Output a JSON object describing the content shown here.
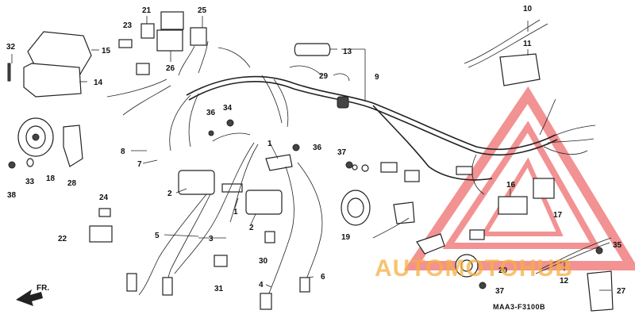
{
  "diagram": {
    "code": "MAA3-F3100B",
    "front_label": "FR.",
    "callouts": [
      {
        "id": "c1",
        "label": "1"
      },
      {
        "id": "c1b",
        "label": "1"
      },
      {
        "id": "c2",
        "label": "2"
      },
      {
        "id": "c2b",
        "label": "2"
      },
      {
        "id": "c3",
        "label": "3"
      },
      {
        "id": "c4",
        "label": "4"
      },
      {
        "id": "c5",
        "label": "5"
      },
      {
        "id": "c6",
        "label": "6"
      },
      {
        "id": "c7",
        "label": "7"
      },
      {
        "id": "c8",
        "label": "8"
      },
      {
        "id": "c9",
        "label": "9"
      },
      {
        "id": "c10",
        "label": "10"
      },
      {
        "id": "c11",
        "label": "11"
      },
      {
        "id": "c12",
        "label": "12"
      },
      {
        "id": "c13",
        "label": "13"
      },
      {
        "id": "c14",
        "label": "14"
      },
      {
        "id": "c15",
        "label": "15"
      },
      {
        "id": "c16",
        "label": "16"
      },
      {
        "id": "c17",
        "label": "17"
      },
      {
        "id": "c18",
        "label": "18"
      },
      {
        "id": "c19",
        "label": "19"
      },
      {
        "id": "c20",
        "label": "20"
      },
      {
        "id": "c21",
        "label": "21"
      },
      {
        "id": "c22",
        "label": "22"
      },
      {
        "id": "c23",
        "label": "23"
      },
      {
        "id": "c24",
        "label": "24"
      },
      {
        "id": "c25",
        "label": "25"
      },
      {
        "id": "c26",
        "label": "26"
      },
      {
        "id": "c27",
        "label": "27"
      },
      {
        "id": "c28",
        "label": "28"
      },
      {
        "id": "c29",
        "label": "29"
      },
      {
        "id": "c30",
        "label": "30"
      },
      {
        "id": "c31",
        "label": "31"
      },
      {
        "id": "c32",
        "label": "32"
      },
      {
        "id": "c33",
        "label": "33"
      },
      {
        "id": "c34",
        "label": "34"
      },
      {
        "id": "c35",
        "label": "35"
      },
      {
        "id": "c36",
        "label": "36"
      },
      {
        "id": "c36b",
        "label": "36"
      },
      {
        "id": "c37",
        "label": "37"
      },
      {
        "id": "c37b",
        "label": "37"
      },
      {
        "id": "c38",
        "label": "38"
      }
    ]
  },
  "watermark": {
    "text": "AUTOMOTOHUB",
    "triangle_color": "#e83a3a",
    "text_color": "#f5b041"
  }
}
